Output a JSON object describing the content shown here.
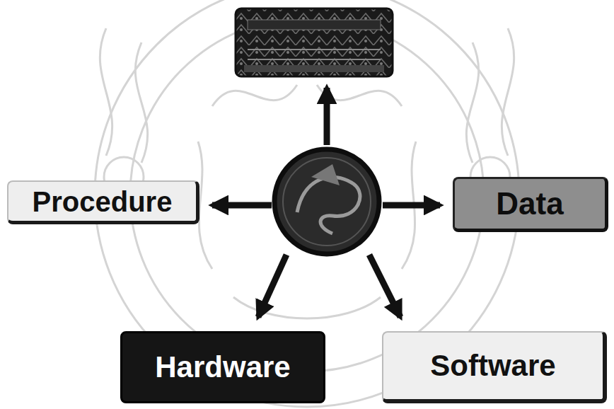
{
  "diagram": {
    "nodes": [
      {
        "text": [
          "Procedure"
        ]
      },
      {
        "text": [
          "Data"
        ]
      },
      {
        "text": [
          "Hardware"
        ]
      },
      {
        "text": [
          "Software"
        ]
      }
    ]
  }
}
